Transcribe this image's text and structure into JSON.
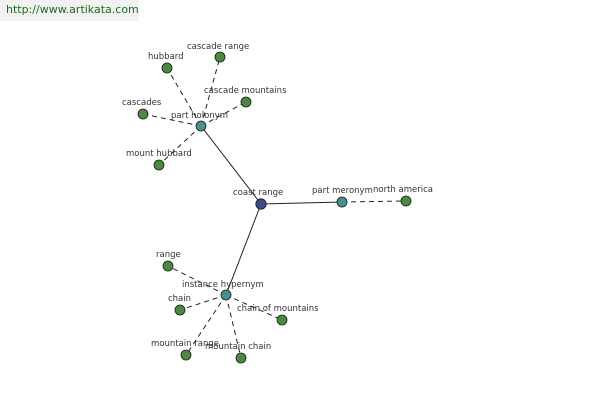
{
  "banner": {
    "url_text": "http://www.artikata.com"
  },
  "colors": {
    "center_node": "#3a4a8c",
    "relation_node": "#4a8e8e",
    "leaf_node": "#4a8a3e",
    "edge": "#222222"
  },
  "graph": {
    "nodes": [
      {
        "id": "center",
        "label": "coast range",
        "kind": "center"
      },
      {
        "id": "holonym",
        "label": "part holonym",
        "kind": "relation"
      },
      {
        "id": "meronym",
        "label": "part meronym",
        "kind": "relation"
      },
      {
        "id": "hypernym",
        "label": "instance hypernym",
        "kind": "relation"
      },
      {
        "id": "hubbard",
        "label": "hubbard",
        "kind": "leaf"
      },
      {
        "id": "cascade_range",
        "label": "cascade range",
        "kind": "leaf"
      },
      {
        "id": "cascades",
        "label": "cascades",
        "kind": "leaf"
      },
      {
        "id": "cascade_mountains",
        "label": "cascade mountains",
        "kind": "leaf"
      },
      {
        "id": "mount_hubbard",
        "label": "mount hubbard",
        "kind": "leaf"
      },
      {
        "id": "north_america",
        "label": "north america",
        "kind": "leaf"
      },
      {
        "id": "range",
        "label": "range",
        "kind": "leaf"
      },
      {
        "id": "chain",
        "label": "chain",
        "kind": "leaf"
      },
      {
        "id": "chain_of_mountains",
        "label": "chain of mountains",
        "kind": "leaf"
      },
      {
        "id": "mountain_range",
        "label": "mountain range",
        "kind": "leaf"
      },
      {
        "id": "mountain_chain",
        "label": "mountain chain",
        "kind": "leaf"
      }
    ],
    "edges": [
      {
        "from": "center",
        "to": "holonym",
        "style": "solid"
      },
      {
        "from": "center",
        "to": "meronym",
        "style": "solid"
      },
      {
        "from": "center",
        "to": "hypernym",
        "style": "solid"
      },
      {
        "from": "holonym",
        "to": "hubbard",
        "style": "dashed"
      },
      {
        "from": "holonym",
        "to": "cascade_range",
        "style": "dashed"
      },
      {
        "from": "holonym",
        "to": "cascades",
        "style": "dashed"
      },
      {
        "from": "holonym",
        "to": "cascade_mountains",
        "style": "dashed"
      },
      {
        "from": "holonym",
        "to": "mount_hubbard",
        "style": "dashed"
      },
      {
        "from": "meronym",
        "to": "north_america",
        "style": "dashed"
      },
      {
        "from": "hypernym",
        "to": "range",
        "style": "dashed"
      },
      {
        "from": "hypernym",
        "to": "chain",
        "style": "dashed"
      },
      {
        "from": "hypernym",
        "to": "chain_of_mountains",
        "style": "dashed"
      },
      {
        "from": "hypernym",
        "to": "mountain_range",
        "style": "dashed"
      },
      {
        "from": "hypernym",
        "to": "mountain_chain",
        "style": "dashed"
      }
    ]
  }
}
